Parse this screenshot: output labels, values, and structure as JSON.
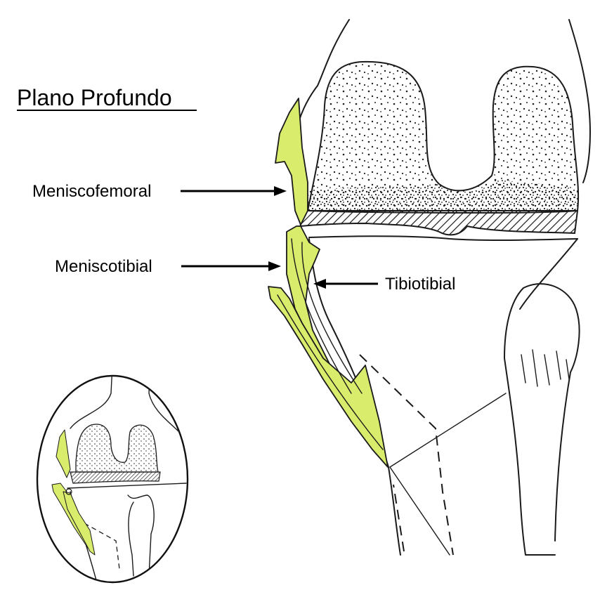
{
  "title": "Plano Profundo",
  "labels": {
    "meniscofemoral": "Meniscofemoral",
    "meniscotibial": "Meniscotibial",
    "tibiotibial": "Tibiotibial"
  },
  "colors": {
    "ligament": "#d9ec6c",
    "outline": "#1a1a1a",
    "background": "#ffffff"
  }
}
